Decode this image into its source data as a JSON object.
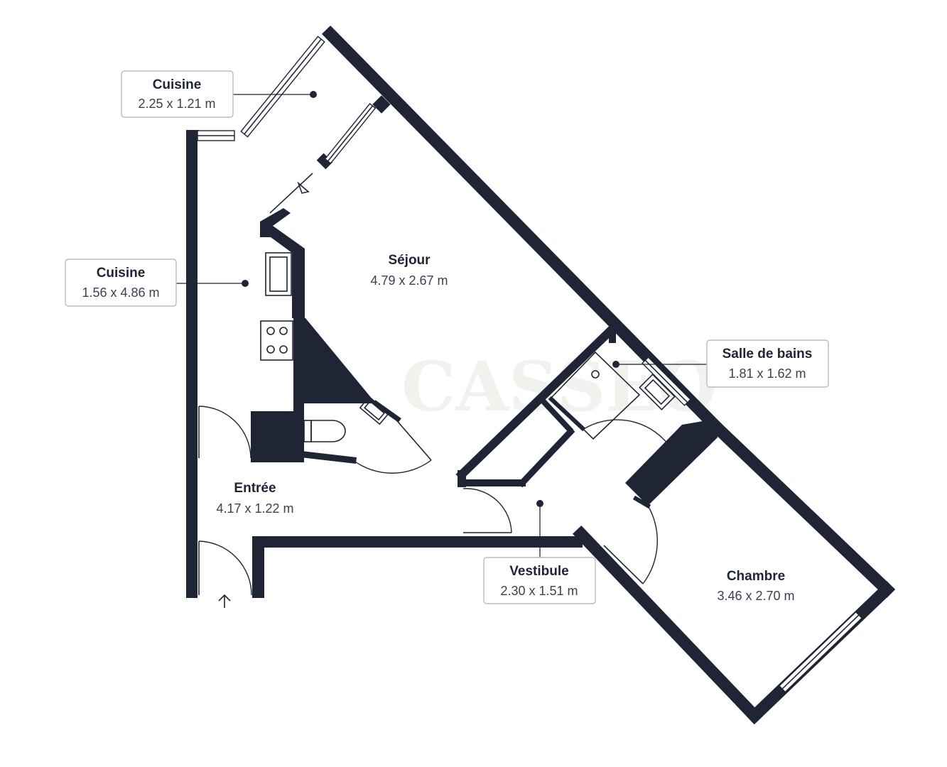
{
  "watermark": "CASSEO",
  "rooms": [
    {
      "id": "cuisine-top",
      "name": "Cuisine",
      "dims": "2.25 x 1.21 m"
    },
    {
      "id": "cuisine-left",
      "name": "Cuisine",
      "dims": "1.56 x 4.86 m"
    },
    {
      "id": "sejour",
      "name": "Séjour",
      "dims": "4.79 x 2.67 m"
    },
    {
      "id": "salle-de-bains",
      "name": "Salle de bains",
      "dims": "1.81 x 1.62 m"
    },
    {
      "id": "entree",
      "name": "Entrée",
      "dims": "4.17 x 1.22 m"
    },
    {
      "id": "vestibule",
      "name": "Vestibule",
      "dims": "2.30 x 1.51 m"
    },
    {
      "id": "chambre",
      "name": "Chambre",
      "dims": "3.46 x 2.70 m"
    }
  ],
  "icons": {
    "entrance": "entrance-arrow-icon",
    "hob": "hob-icon",
    "sink": "sink-icon",
    "toilet": "toilet-icon",
    "shower": "shower-icon",
    "washbasin": "washbasin-icon"
  },
  "colors": {
    "wall": "#1f2535",
    "label_border": "#b9bcc4"
  }
}
